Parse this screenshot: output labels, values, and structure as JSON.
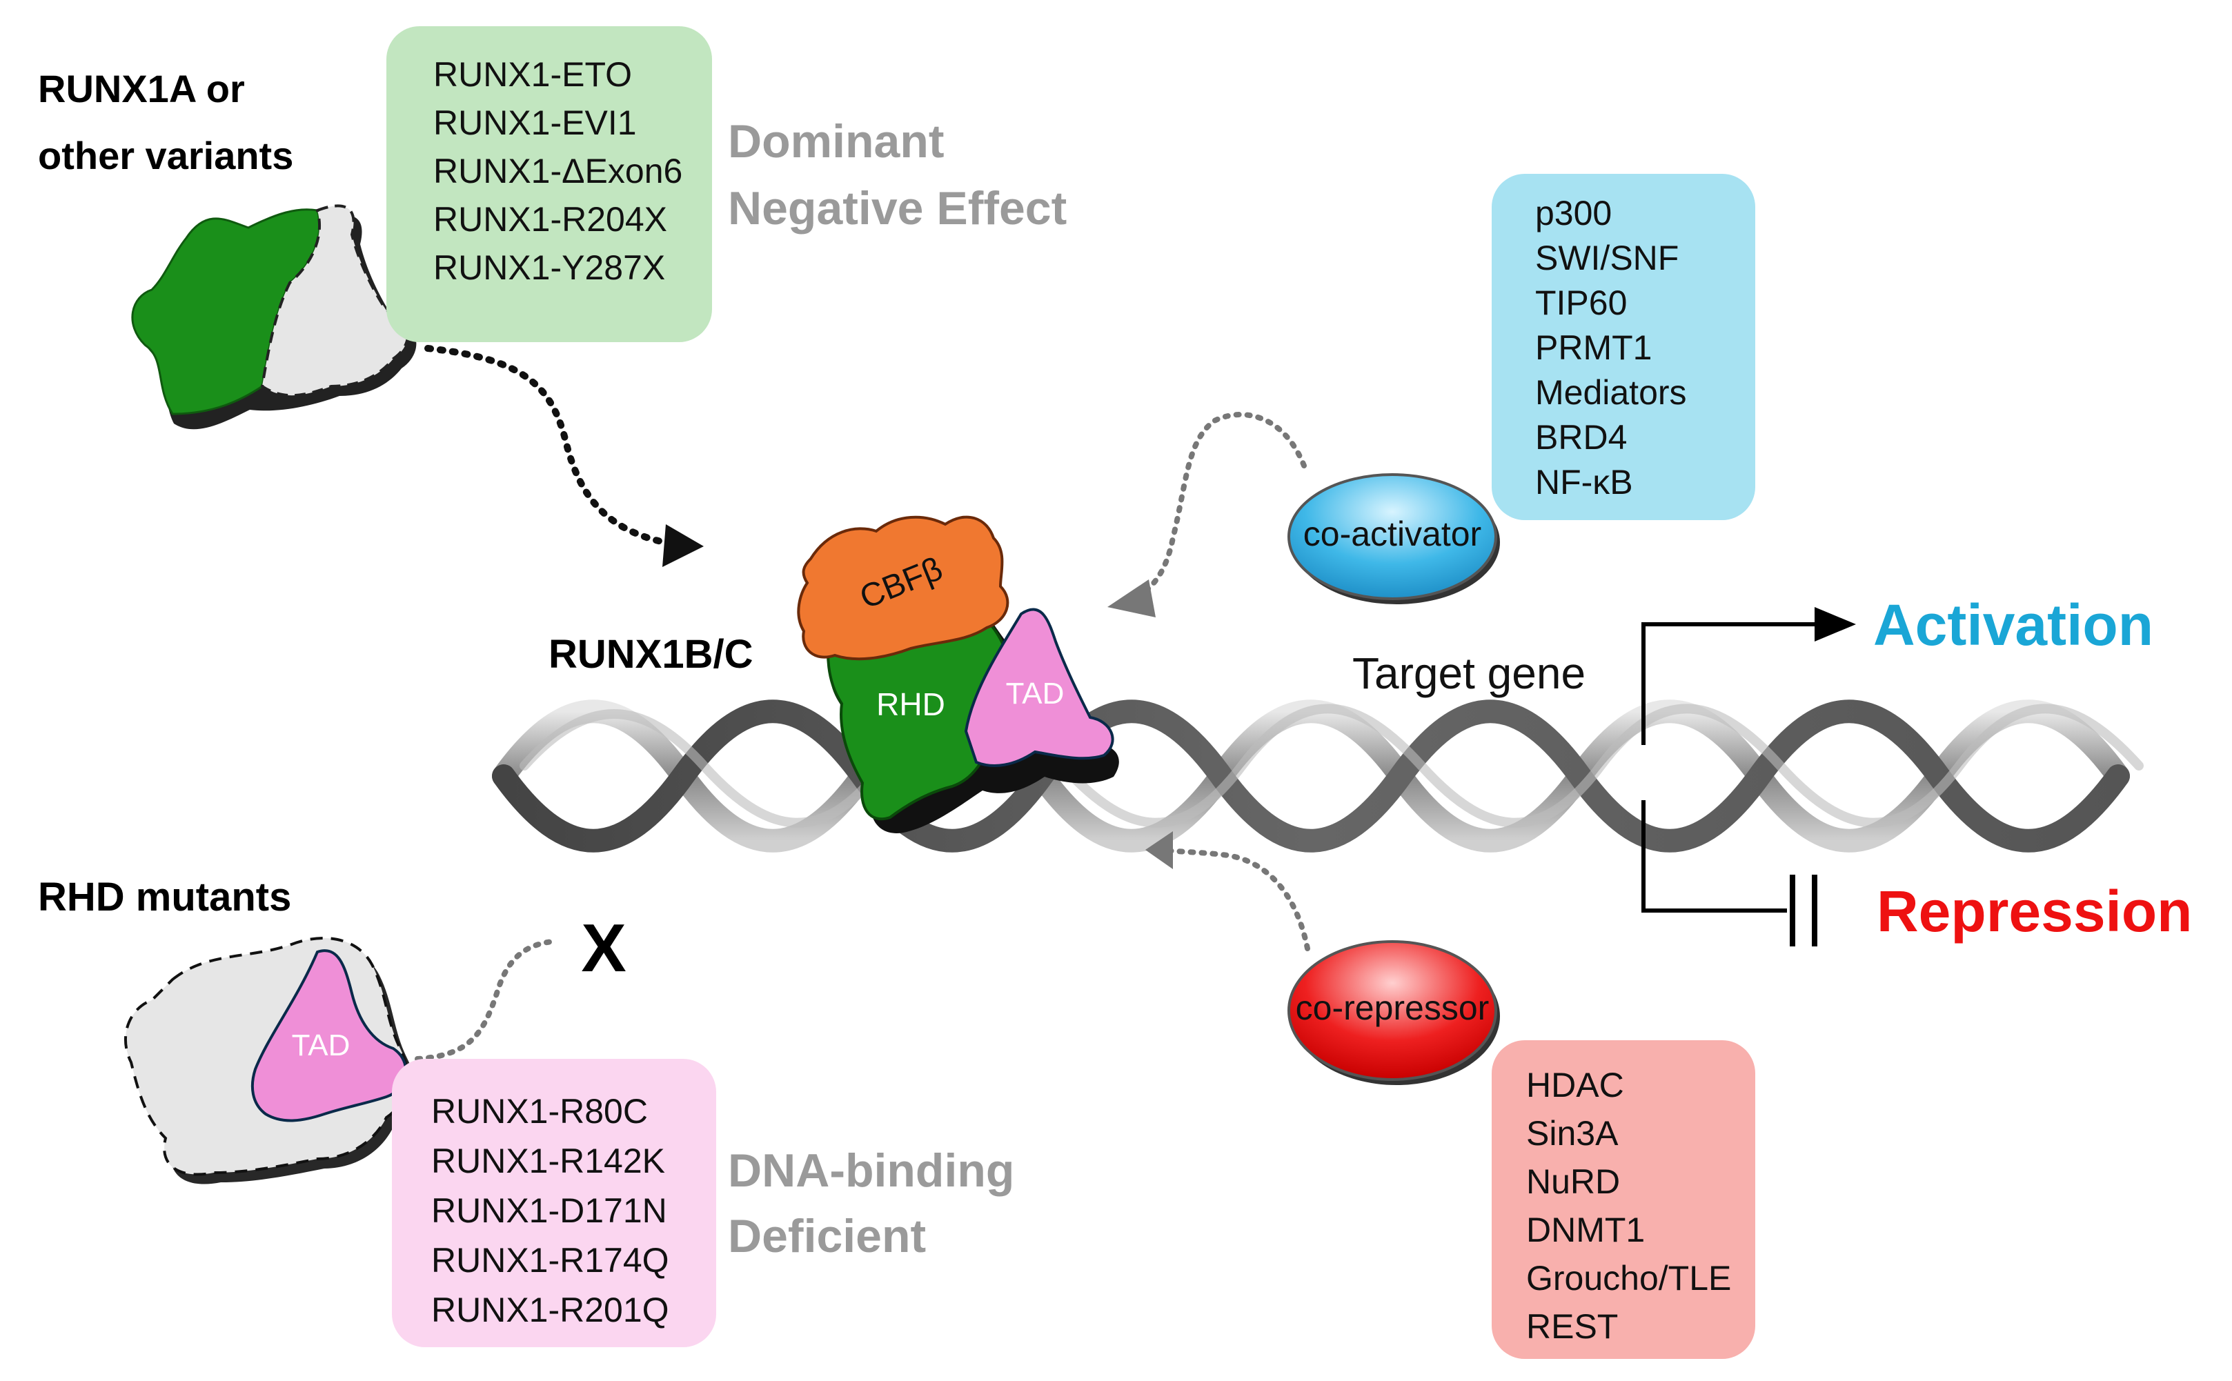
{
  "colors": {
    "rhd_green": "#1a8f1a",
    "cbfb_orange": "#f07830",
    "tad_pink": "#ef8fd7",
    "dominant_box": "#c2e6c0",
    "coactivator_box": "#a7e2f2",
    "corepressor_box": "#f8b0ad",
    "dna_binding_box": "#fbd6f0",
    "activation": "#1aa6d6",
    "repression": "#ee1111",
    "grey_label": "#9a9a9a"
  },
  "runx1a": {
    "label_line1": "RUNX1A or",
    "label_line2": "other variants",
    "variants": [
      "RUNX1-ETO",
      "RUNX1-EVI1",
      "RUNX1-ΔExon6",
      "RUNX1-R204X",
      "RUNX1-Y287X"
    ],
    "effect_line1": "Dominant",
    "effect_line2": "Negative Effect"
  },
  "rhd_mutants": {
    "label": "RHD mutants",
    "tad_label": "TAD",
    "block_mark": "X",
    "variants": [
      "RUNX1-R80C",
      "RUNX1-R142K",
      "RUNX1-D171N",
      "RUNX1-R174Q",
      "RUNX1-R201Q"
    ],
    "effect_line1": "DNA-binding",
    "effect_line2": "Deficient"
  },
  "complex": {
    "label": "RUNX1B/C",
    "cbfb_label": "CBFβ",
    "rhd_label": "RHD",
    "tad_label": "TAD"
  },
  "coactivator": {
    "label": "co-activator",
    "items": [
      "p300",
      "SWI/SNF",
      "TIP60",
      "PRMT1",
      "Mediators",
      "BRD4",
      "NF-κB"
    ]
  },
  "corepressor": {
    "label": "co-repressor",
    "items": [
      "HDAC",
      "Sin3A",
      "NuRD",
      "DNMT1",
      "Groucho/TLE",
      "REST"
    ]
  },
  "gene": {
    "label": "Target gene",
    "activation": "Activation",
    "repression": "Repression"
  }
}
